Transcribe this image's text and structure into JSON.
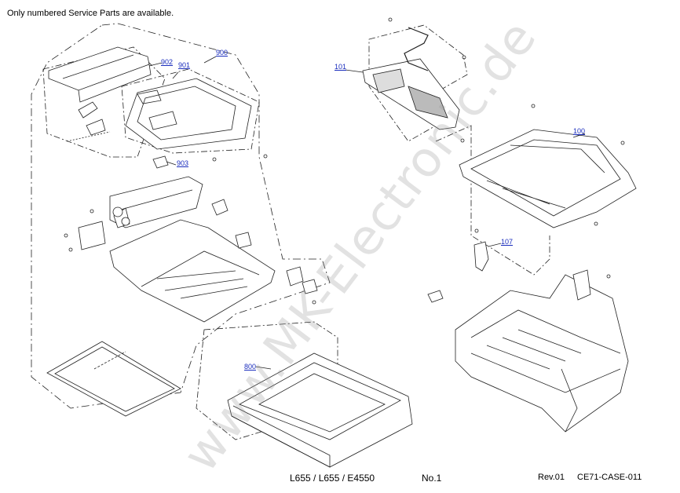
{
  "header": {
    "note": "Only numbered Service Parts are available."
  },
  "parts": [
    {
      "id": "101",
      "label": "101"
    },
    {
      "id": "100",
      "label": "100"
    },
    {
      "id": "107",
      "label": "107"
    },
    {
      "id": "900",
      "label": "900"
    },
    {
      "id": "901",
      "label": "901"
    },
    {
      "id": "902",
      "label": "902"
    },
    {
      "id": "903",
      "label": "903"
    },
    {
      "id": "800",
      "label": "800"
    }
  ],
  "watermark": {
    "text": "www.MK-Electronic.de"
  },
  "footer": {
    "models": "L655 / L655 / E4550",
    "sheet": "No.1",
    "revision": "Rev.01",
    "code": "CE71-CASE-011"
  },
  "colors": {
    "link": "#1a2dbd",
    "line": "#222222",
    "watermark": "#969696"
  }
}
